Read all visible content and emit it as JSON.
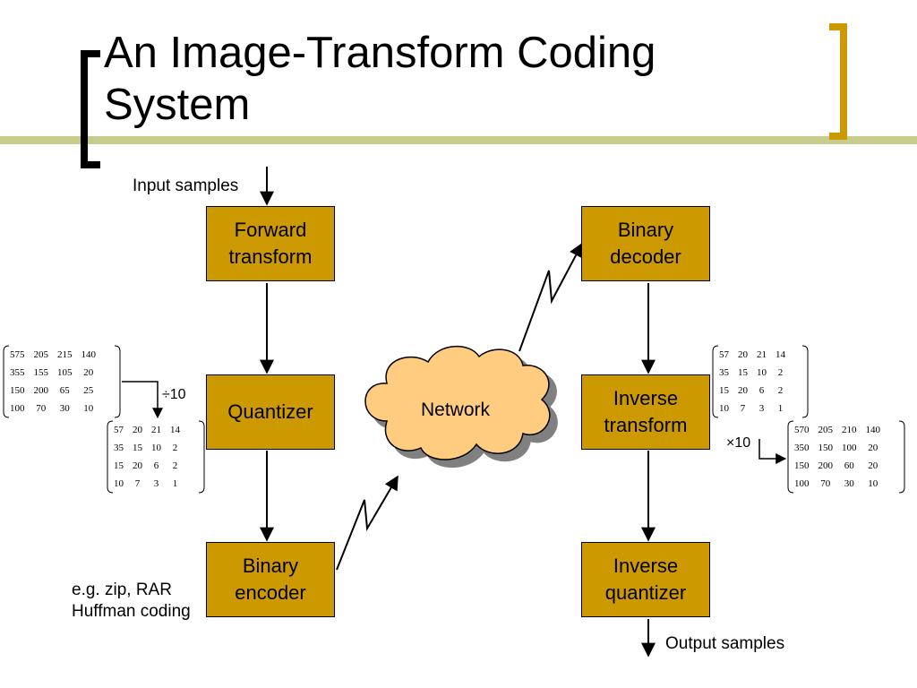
{
  "slide": {
    "title_line1": "An Image-Transform Coding",
    "title_line2": "System"
  },
  "colors": {
    "block_fill": "#CC9900",
    "bracket": "#CC9900",
    "rule": "#C8CC8A",
    "cloud_fill": "#FFCC80",
    "cloud_shadow": "#808080"
  },
  "blocks": {
    "forward_transform": [
      "Forward",
      "transform"
    ],
    "quantizer": [
      "Quantizer"
    ],
    "binary_encoder": [
      "Binary",
      "encoder"
    ],
    "binary_decoder": [
      "Binary",
      "decoder"
    ],
    "inverse_transform": [
      "Inverse",
      "transform"
    ],
    "inverse_quantizer": [
      "Inverse",
      "quantizer"
    ],
    "network": "Network"
  },
  "labels": {
    "input_samples": "Input samples",
    "output_samples": "Output samples",
    "divide_by": "÷10",
    "multiply_by": "×10",
    "encoder_examples": [
      "e.g. zip, RAR",
      "Huffman coding"
    ]
  },
  "matrices": {
    "original": [
      [
        575,
        205,
        215,
        140
      ],
      [
        355,
        155,
        105,
        20
      ],
      [
        150,
        200,
        65,
        25
      ],
      [
        100,
        70,
        30,
        10
      ]
    ],
    "quantized": [
      [
        57,
        20,
        21,
        14
      ],
      [
        35,
        15,
        10,
        2
      ],
      [
        15,
        20,
        6,
        2
      ],
      [
        10,
        7,
        3,
        1
      ]
    ],
    "received": [
      [
        57,
        20,
        21,
        14
      ],
      [
        35,
        15,
        10,
        2
      ],
      [
        15,
        20,
        6,
        2
      ],
      [
        10,
        7,
        3,
        1
      ]
    ],
    "reconstructed": [
      [
        570,
        205,
        210,
        140
      ],
      [
        350,
        150,
        100,
        20
      ],
      [
        150,
        200,
        60,
        20
      ],
      [
        100,
        70,
        30,
        10
      ]
    ]
  }
}
